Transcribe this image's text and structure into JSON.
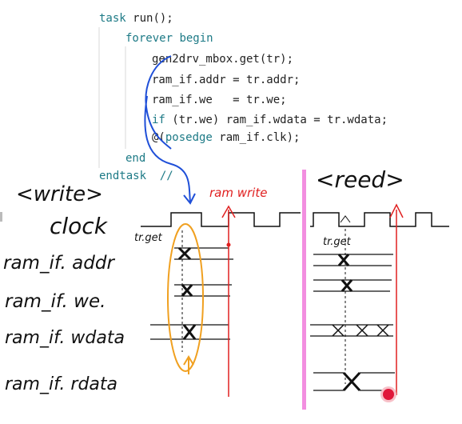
{
  "code": {
    "line1_kw": "task",
    "line1_rest": "run();",
    "line2_kw": "forever",
    "line2_kw2": "begin",
    "line3": "gen2drv_mbox.get(tr);",
    "line4": "ram_if.addr = tr.addr;",
    "line5": "ram_if.we   = tr.we;",
    "line6_kw": "if",
    "line6_rest": " (tr.we) ram_if.wdata = tr.wdata;",
    "line7_at": "@(",
    "line7_kw": "posedge",
    "line7_rest": " ram_if.clk);",
    "line8_kw": "end",
    "line9_kw": "endtask",
    "line9_rest": "//"
  },
  "annotations": {
    "write_section": "<write>",
    "read_section": "<reed>",
    "ram_write": "ram write",
    "clock": "clock",
    "addr": "ram_if. addr",
    "we": "ram_if. we.",
    "wdata": "ram_if. wdata",
    "rdata": "ram_if. rdata",
    "trget_left": "tr.get",
    "trget_right": "tr.get"
  },
  "colors": {
    "keyword": "#1d7a86",
    "text": "#222222",
    "blue_ink": "#1f4fd8",
    "red_ink": "#e02020",
    "orange_ink": "#f0a020",
    "pink_divider": "#f28ee0",
    "record_dot": "#e0173a"
  }
}
